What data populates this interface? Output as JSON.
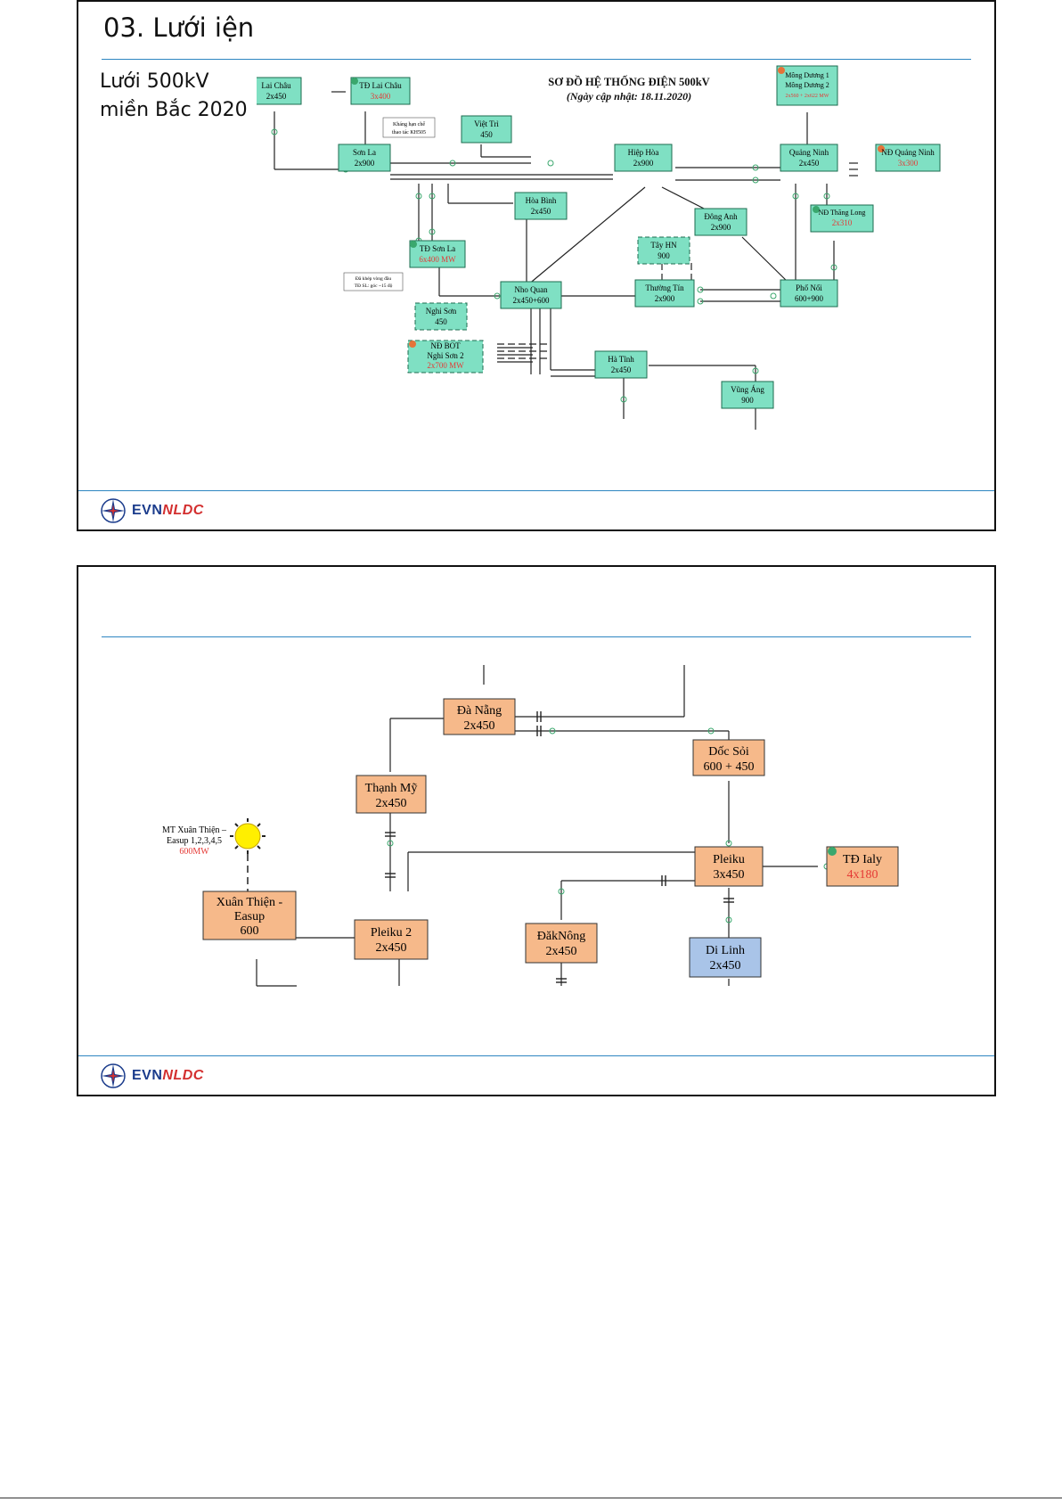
{
  "slide1": {
    "title": "03. Lưới   iện",
    "subtitle_line1": "Lưới 500kV",
    "subtitle_line2": "miền Bắc 2020",
    "diagram_title": "SƠ ĐỒ HỆ THỐNG ĐIỆN 500kV",
    "diagram_date": "(Ngày cập nhật: 18.11.2020)",
    "nodes": {
      "lai_chau_name": "Lai Châu",
      "lai_chau_cap": "2x450",
      "td_lai_chau_name": "TĐ Lai Châu",
      "td_lai_chau_cap": "3x400",
      "mong_duong_name1": "Mông Dương 1",
      "mong_duong_name2": "Mông Dương 2",
      "mong_duong_cap": "2x560 + 2x622 MW",
      "viet_tri_name": "Việt Trì",
      "viet_tri_cap": "450",
      "son_la_name": "Sơn La",
      "son_la_cap": "2x900",
      "hiep_hoa_name": "Hiệp Hòa",
      "hiep_hoa_cap": "2x900",
      "quang_ninh_name": "Quảng Ninh",
      "quang_ninh_cap": "2x450",
      "nd_quang_ninh_name": "NĐ Quảng Ninh",
      "nd_quang_ninh_cap": "3x300",
      "hoa_binh_name": "Hòa Bình",
      "hoa_binh_cap": "2x450",
      "dong_anh_name": "Đông Anh",
      "dong_anh_cap": "2x900",
      "nd_thang_long_name": "NĐ Thăng Long",
      "nd_thang_long_cap": "2x310",
      "td_son_la_name": "TĐ Sơn La",
      "td_son_la_cap": "6x400 MW",
      "tay_hn_name": "Tây HN",
      "tay_hn_cap": "900",
      "nho_quan_name": "Nho Quan",
      "nho_quan_cap": "2x450+600",
      "thuong_tin_name": "Thường Tín",
      "thuong_tin_cap": "2x900",
      "pho_noi_name": "Phố Nối",
      "pho_noi_cap": "600+900",
      "nghi_son_name": "Nghi Sơn",
      "nghi_son_cap": "450",
      "nd_bot_name1": "NĐ BOT",
      "nd_bot_name2": "Nghi Sơn 2",
      "nd_bot_cap": "2x700 MW",
      "ha_tinh_name": "Hà Tĩnh",
      "ha_tinh_cap": "2x450",
      "vung_ang_name": "Vũng Áng",
      "vung_ang_cap": "900"
    },
    "notes": {
      "khang_note1": "Kháng hạn chế",
      "khang_note2": "thao tác KH505",
      "khep_note1": "Đã khép vòng đầu",
      "khep_note2": "TĐ SL: góc ~15 độ"
    }
  },
  "slide2": {
    "nodes": {
      "da_nang_name": "Đà Nẵng",
      "da_nang_cap": "2x450",
      "doc_soi_name": "Dốc Sỏi",
      "doc_soi_cap": "600 + 450",
      "thanh_my_name": "Thạnh Mỹ",
      "thanh_my_cap": "2x450",
      "mt_xuan_thien_1": "MT Xuân Thiện –",
      "mt_xuan_thien_2": "Easup 1,2,3,4,5",
      "mt_xuan_thien_cap": "600MW",
      "xuan_thien_name1": "Xuân Thiện -",
      "xuan_thien_name2": "Easup",
      "xuan_thien_cap": "600",
      "pleiku2_name": "Pleiku 2",
      "pleiku2_cap": "2x450",
      "pleiku_name": "Pleiku",
      "pleiku_cap": "3x450",
      "td_ialy_name": "TĐ Ialy",
      "td_ialy_cap": "4x180",
      "daknong_name": "ĐăkNông",
      "daknong_cap": "2x450",
      "di_linh_name": "Di Linh",
      "di_linh_cap": "2x450"
    }
  },
  "footer": {
    "logo_left": "EVN",
    "logo_right": "NLDC"
  },
  "colors": {
    "green_box": "#7fe0c3",
    "orange_box": "#f6b98a",
    "blue_box": "#a9c4e8",
    "accent_red": "#e53935",
    "rule_blue": "#2e86c1"
  }
}
